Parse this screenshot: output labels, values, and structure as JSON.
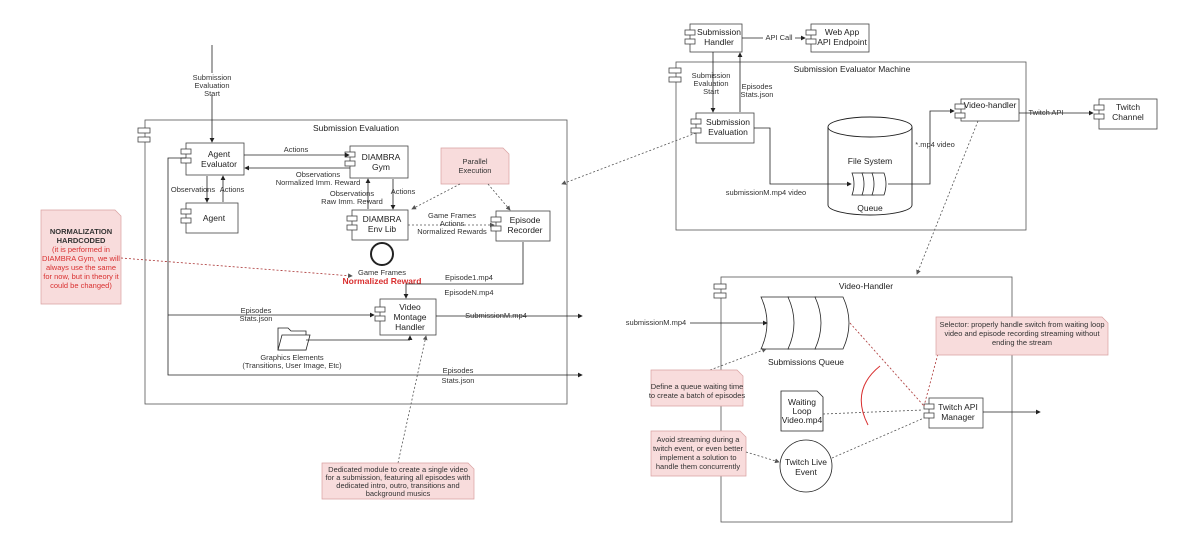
{
  "left": {
    "frame_title": "Submission Evaluation",
    "start_label": [
      "Submission",
      "Evaluation",
      "Start"
    ],
    "components": {
      "agent_evaluator": [
        "Agent",
        "Evaluator"
      ],
      "diambra_gym": [
        "DIAMBRA",
        "Gym"
      ],
      "agent": [
        "Agent"
      ],
      "diambra_env_lib": [
        "DIAMBRA",
        "Env Lib"
      ],
      "episode_recorder": [
        "Episode",
        "Recorder"
      ],
      "video_montage_handler": [
        "Video",
        "Montage",
        "Handler"
      ]
    },
    "edge_labels": {
      "actions_top": "Actions",
      "observations_norm": [
        "Observations",
        "Normalized Imm. Reward"
      ],
      "observations_actions_left": "Observations",
      "actions_left": "Actions",
      "observations_raw": [
        "Observations",
        "Raw Imm. Reward"
      ],
      "actions_mid": "Actions",
      "recorder_inputs": [
        "Game Frames",
        "Actions",
        "Normalized Rewards"
      ],
      "game_frames": "Game Frames",
      "normalized_reward": "Normalized Reward",
      "episode1": "Episode1.mp4",
      "episodeN": "EpisodeN.mp4",
      "episodes_stats_mid": [
        "Episodes",
        "Stats.json"
      ],
      "submissionM_out": "SubmissionM.mp4",
      "graphics": [
        "Graphics Elements",
        "(Transitions, User Image, Etc)"
      ],
      "episodes_stats_bottom": [
        "Episodes",
        "Stats.json"
      ]
    },
    "notes": {
      "parallel": [
        "Parallel",
        "Execution"
      ],
      "normalization": [
        "NORMALIZATION",
        "HARDCODED",
        "(it is performed in",
        "DIAMBRA Gym, we will",
        "always use the same",
        "for now, but in theory it",
        "could be changed)"
      ],
      "dedicated": [
        "Dedicated module to create a single video",
        "for a submission, featuring all episodes with",
        "dedicated intro, outro, transitions and",
        "background musics"
      ]
    }
  },
  "top_right": {
    "frame_title": "Submission Evaluator Machine",
    "components": {
      "submission_handler": [
        "Submission",
        "Handler"
      ],
      "web_app": [
        "Web App",
        "API Endpoint"
      ],
      "submission_evaluation": [
        "Submission",
        "Evaluation"
      ],
      "video_handler": [
        "Video-handler"
      ],
      "twitch_channel": [
        "Twitch",
        "Channel"
      ]
    },
    "edge_labels": {
      "api_call": "API Call",
      "eval_start": [
        "Submission",
        "Evaluation",
        "Start"
      ],
      "episodes_stats": [
        "Episodes",
        "Stats.json"
      ],
      "mp4_video": "*.mp4 video",
      "submissionM_video": "submissionM.mp4 video",
      "twitch_api": "Twitch API"
    },
    "file_system": "File System",
    "queue": "Queue"
  },
  "bottom_right": {
    "frame_title": "Video-Handler",
    "input_label": "submissionM.mp4",
    "submissions_queue": "Submissions Queue",
    "waiting_loop": [
      "Waiting",
      "Loop",
      "Video.mp4"
    ],
    "twitch_api_manager": [
      "Twitch API",
      "Manager"
    ],
    "twitch_live_event": [
      "Twitch Live",
      "Event"
    ],
    "notes": {
      "selector": [
        "Selector: properly handle switch from waiting loop",
        "video and episode recording streaming without",
        "ending the stream"
      ],
      "queue_wait": [
        "Define a queue waiting time",
        "to create a batch of episodes"
      ],
      "avoid": [
        "Avoid streaming during a",
        "twitch event, or even better",
        "implement a solution to",
        "handle them concurrently"
      ]
    }
  }
}
